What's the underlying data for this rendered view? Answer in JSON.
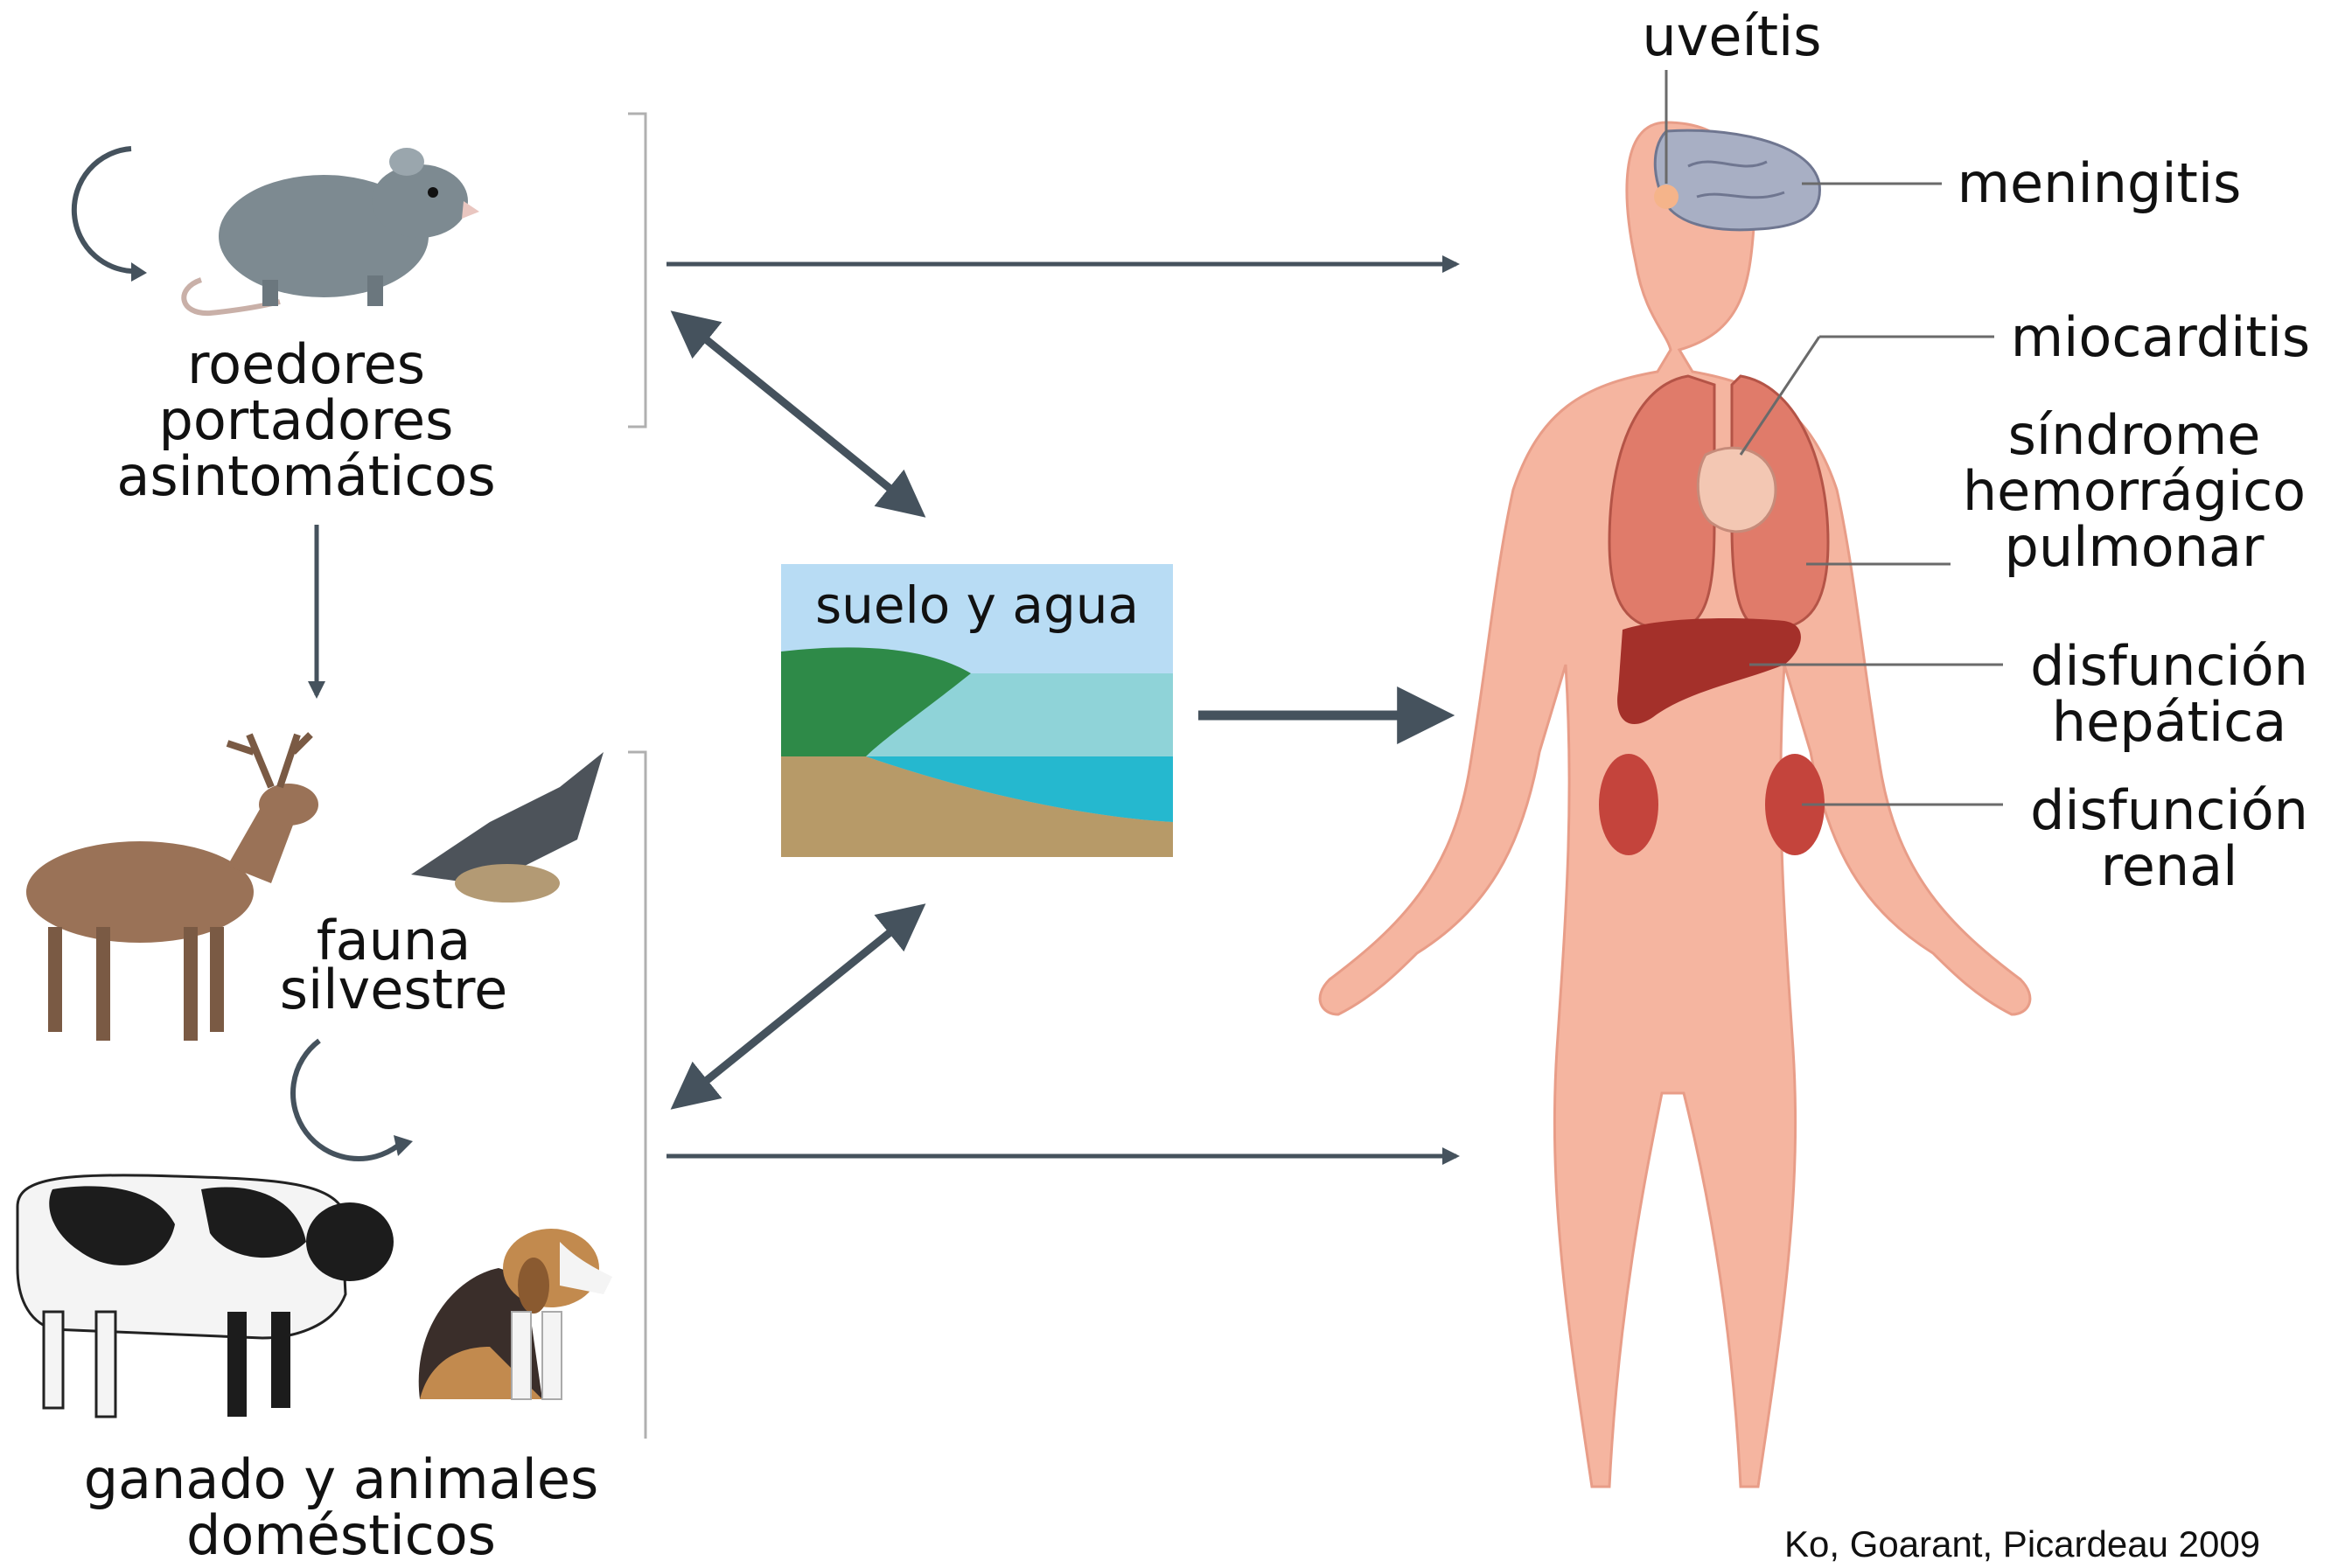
{
  "sources": {
    "rodents": {
      "lines": [
        "roedores",
        "portadores",
        "asintomáticos"
      ]
    },
    "wildlife": {
      "lines": [
        "fauna",
        "silvestre"
      ]
    },
    "livestock": {
      "lines": [
        "ganado y animales",
        "domésticos"
      ]
    }
  },
  "environment": {
    "label": "suelo y agua"
  },
  "human_conditions": {
    "uveitis": "uveítis",
    "meningitis": "meningitis",
    "myocarditis": "miocarditis",
    "pulmonary": {
      "lines": [
        "síndrome",
        "hemorrágico",
        "pulmonar"
      ]
    },
    "hepatic": {
      "lines": [
        "disfunción",
        "hepática"
      ]
    },
    "renal": {
      "lines": [
        "disfunción",
        "renal"
      ]
    }
  },
  "credit": "Ko, Goarant, Picardeau 2009",
  "colors": {
    "arrow": "#45525d",
    "bracket": "#b0b0b0",
    "skin": "#f5b5a0",
    "skin_shadow": "#e89d88",
    "lung": "#e07b6a",
    "liver": "#a4302a",
    "kidney": "#c4443c",
    "brain": "#a8afc4",
    "sky": "#b8dcf4",
    "hill": "#2e8a48",
    "shallow_water": "#8fd3d8",
    "deep_water": "#25b8cf",
    "soil": "#b79a68"
  }
}
